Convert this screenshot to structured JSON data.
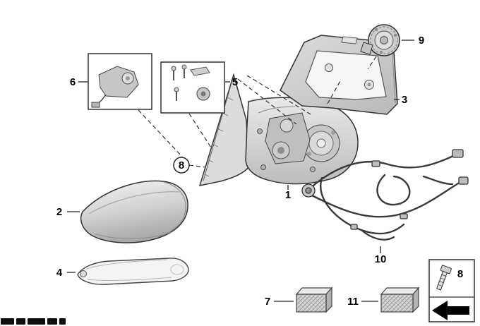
{
  "diagram": {
    "colors": {
      "background": "#ffffff",
      "line": "#222222",
      "part_fill": "#d6d6d6"
    },
    "callouts": {
      "c1": {
        "label": "1"
      },
      "c2": {
        "label": "2"
      },
      "c3": {
        "label": "3"
      },
      "c4": {
        "label": "4"
      },
      "c5": {
        "label": "5"
      },
      "c6": {
        "label": "6"
      },
      "c7": {
        "label": "7"
      },
      "c8_circle": {
        "label": "8"
      },
      "c8_box": {
        "label": "8"
      },
      "c9": {
        "label": "9"
      },
      "c10": {
        "label": "10"
      },
      "c11": {
        "label": "11"
      }
    }
  }
}
